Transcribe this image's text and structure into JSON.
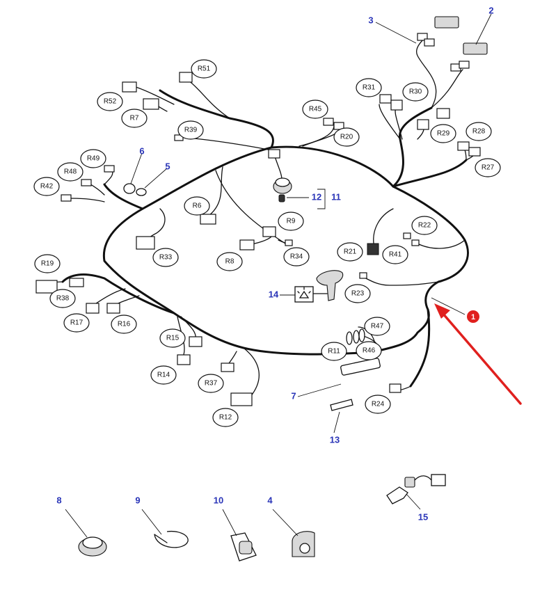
{
  "colors": {
    "part_number": "#2a35b8",
    "callout_arrow": "#e0201e",
    "callout_badge": "#e0201e",
    "line": "#111111"
  },
  "refs": [
    "R51",
    "R52",
    "R7",
    "R39",
    "R45",
    "R20",
    "R31",
    "R30",
    "R29",
    "R28",
    "R27",
    "R49",
    "R48",
    "R42",
    "R6",
    "R9",
    "R22",
    "R21",
    "R41",
    "R33",
    "R8",
    "R34",
    "R19",
    "R38",
    "R17",
    "R16",
    "R23",
    "R47",
    "R46",
    "R11",
    "R15",
    "R14",
    "R37",
    "R12",
    "R24"
  ],
  "part_numbers": [
    "3",
    "2",
    "6",
    "5",
    "12",
    "11",
    "14",
    "7",
    "13",
    "8",
    "9",
    "10",
    "4",
    "15"
  ],
  "callout": {
    "label": "1",
    "icon": "red-arrow-icon"
  }
}
